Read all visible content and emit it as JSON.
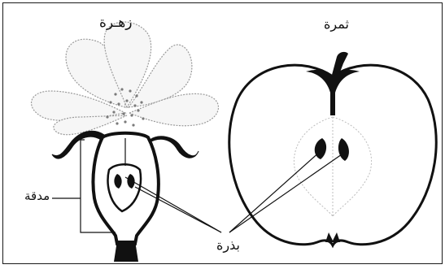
{
  "labels": {
    "flower": "زهـرة",
    "fruit": "ثمرة",
    "pistil": "مدقة",
    "seed": "بذرة"
  },
  "colors": {
    "ink": "#111111",
    "petal_stroke": "#9a9a9a",
    "petal_fill": "#f6f6f6",
    "stamen_dots": "#7a7a7a"
  }
}
